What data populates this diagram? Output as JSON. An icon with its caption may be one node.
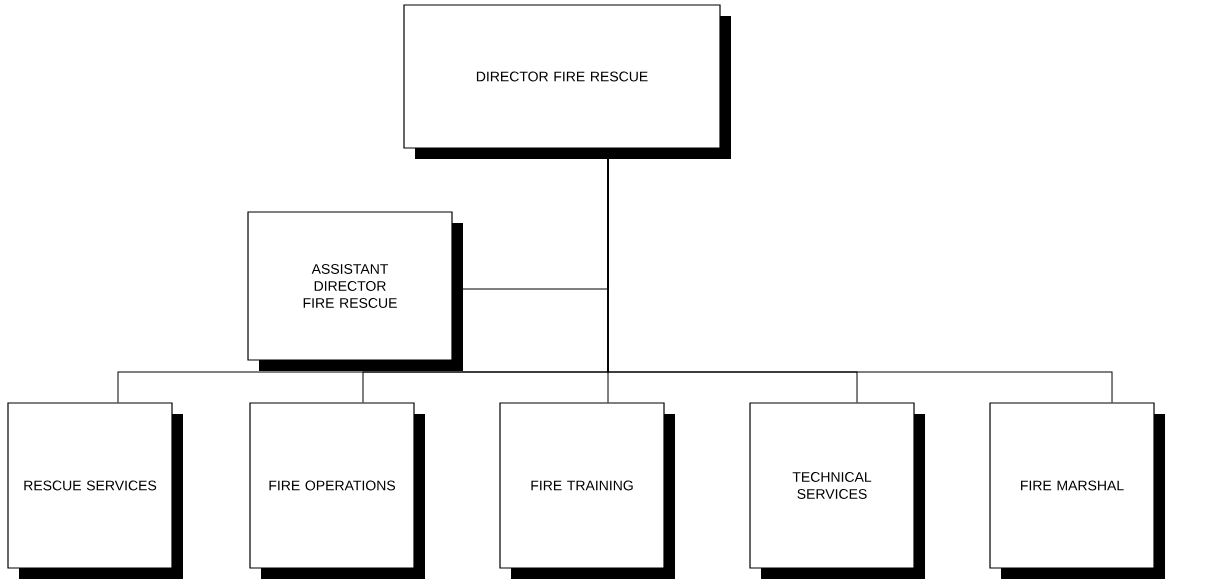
{
  "diagram": {
    "nodes": [
      {
        "text": [
          "DIRECTOR FIRE RESCUE"
        ]
      },
      {
        "text": [
          "ASSISTANT DIRECTOR FIRE RESCUE"
        ]
      },
      {
        "text": [
          "RESCUE SERVICES"
        ]
      },
      {
        "text": [
          "FIRE OPERATIONS"
        ]
      },
      {
        "text": [
          "FIRE TRAINING"
        ]
      },
      {
        "text": [
          "TECHNICAL SERVICES"
        ]
      },
      {
        "text": [
          "FIRE MARSHAL"
        ]
      }
    ],
    "edges": [
      {
        "from": 0,
        "to": 1,
        "arrow": "none"
      },
      {
        "from": 0,
        "to": 2,
        "arrow": "none"
      },
      {
        "from": 0,
        "to": 3,
        "arrow": "none"
      },
      {
        "from": 0,
        "to": 4,
        "arrow": "none"
      },
      {
        "from": 0,
        "to": 5,
        "arrow": "none"
      },
      {
        "from": 0,
        "to": 6,
        "arrow": "none"
      }
    ]
  }
}
